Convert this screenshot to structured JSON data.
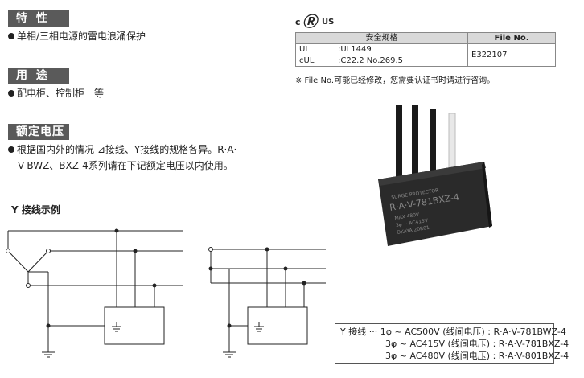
{
  "sections": {
    "features": {
      "title": "特 性",
      "items": [
        "单相/三相电源的雷电浪涌保护"
      ]
    },
    "usage": {
      "title": "用 途",
      "items": [
        "配电柜、控制柜　等"
      ]
    },
    "rated_voltage": {
      "title": "额定电压",
      "lines": [
        "根据国内外的情况 ⊿接线、Y接线的规格各异。R·A·",
        "V-BWZ、BXZ-4系列请在下记额定电压以内使用。"
      ]
    }
  },
  "diagram_title": "Y 接线示例",
  "cert": {
    "logo": {
      "c": "c",
      "mark": "Ⓡ",
      "us": "US"
    },
    "header_left": "安全规格",
    "header_right": "File No.",
    "rows": [
      {
        "label": "UL",
        "value": ":UL1449"
      },
      {
        "label": "cUL",
        "value": ":C22.2  No.269.5"
      }
    ],
    "file_no": "E322107",
    "note": "※ File No.可能已经修改，您需要认证书时请进行咨询。"
  },
  "product": {
    "line1": "SURGE PROTECTOR",
    "line2": "R·A·V-781BXZ-4",
    "line3": "MAX 480V",
    "line4": "3φ ~ AC415V",
    "line5": "OKAYA 20R01"
  },
  "legend": {
    "lines": [
      "Y 接线 ··· 1φ ~ AC500V (线间电压) : R·A·V-781BWZ-4",
      "3φ ~ AC415V (线间电压) : R·A·V-781BXZ-4",
      "3φ ~ AC480V (线间电压) : R·A·V-801BXZ-4"
    ]
  }
}
